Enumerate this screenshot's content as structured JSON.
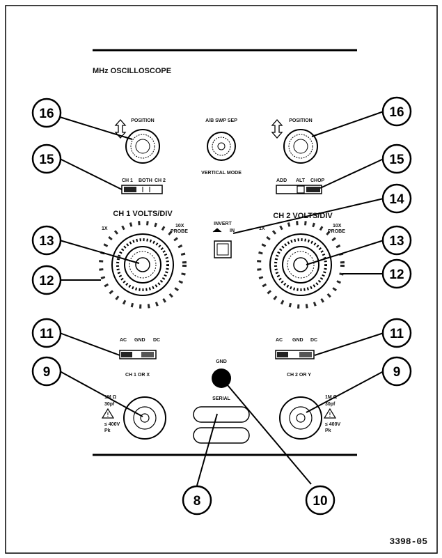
{
  "panel": {
    "title": "MHz OSCILLOSCOPE",
    "figure_number": "3398-05"
  },
  "controls": {
    "ch1_position": "POSITION",
    "ch2_position": "POSITION",
    "vertical_mode_top": "A/B SWP SEP",
    "vertical_mode": "VERTICAL MODE",
    "ch_select": [
      "CH 1",
      "BOTH",
      "CH 2"
    ],
    "mode_select": [
      "ADD",
      "ALT",
      "CHOP"
    ],
    "ch1_volts_div": "CH 1 VOLTS/DIV",
    "ch2_volts_div": "CH 2 VOLTS/DIV",
    "invert": "INVERT",
    "invert_in": "IN",
    "scale_1x": "1X",
    "scale_10x": "10X",
    "scale_probe": "PROBE",
    "coupling": [
      "AC",
      "GND",
      "DC"
    ],
    "ch1_input": "CH 1 OR X",
    "ch2_input": "CH 2 OR Y",
    "gnd": "GND",
    "serial": "SERIAL",
    "input_specs": [
      "1M Ω",
      "30pf",
      "≤ 400V",
      "Pk"
    ]
  },
  "callouts": [
    "16",
    "16",
    "15",
    "15",
    "14",
    "13",
    "13",
    "12",
    "12",
    "11",
    "11",
    "9",
    "9",
    "8",
    "10"
  ]
}
